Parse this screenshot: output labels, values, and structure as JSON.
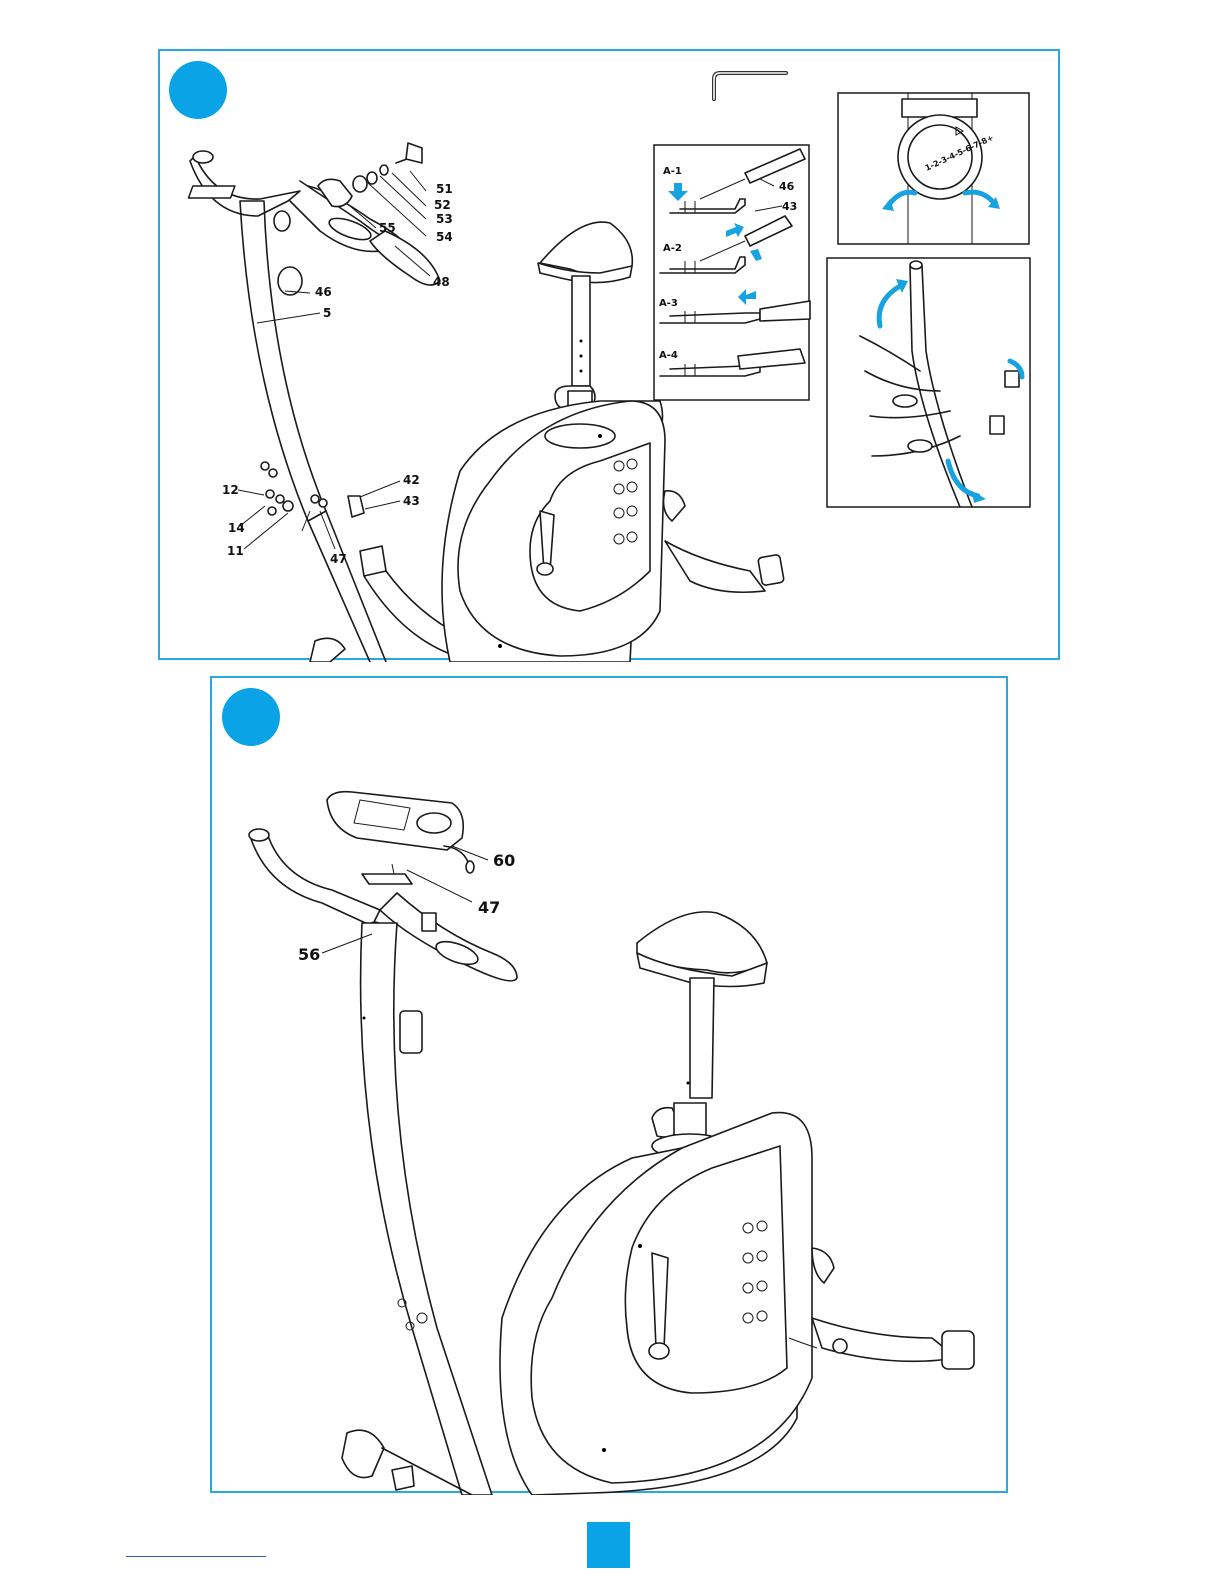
{
  "colors": {
    "accent": "#0aa3e6",
    "frame": "#29a9e1",
    "line": "#1a1a1a"
  },
  "step1": {
    "callouts": [
      "51",
      "52",
      "53",
      "54",
      "55",
      "48",
      "46",
      "5",
      "12",
      "14",
      "11",
      "47",
      "42",
      "43"
    ],
    "detail_a": {
      "steps": [
        "A-1",
        "A-2",
        "A-3",
        "A-4"
      ],
      "callouts": [
        "46",
        "43"
      ]
    },
    "knob_dial_label": "1-2-3-4-5-6-7-8+",
    "icons": [
      "allen-key-icon"
    ]
  },
  "step2": {
    "callouts": [
      "60",
      "47",
      "56"
    ]
  }
}
